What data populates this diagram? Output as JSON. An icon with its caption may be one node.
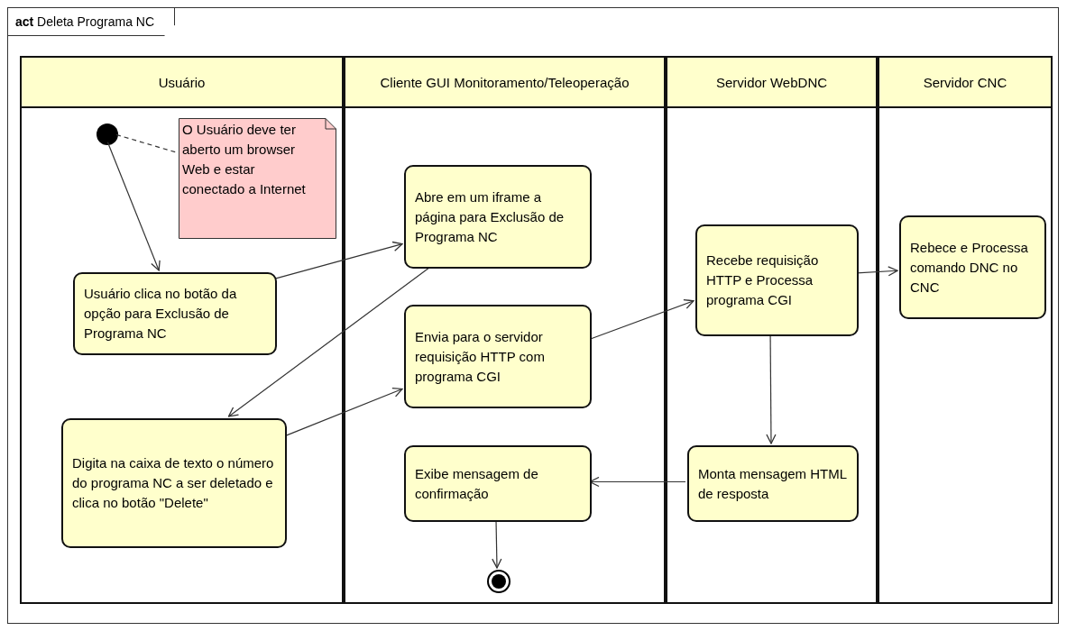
{
  "diagram": {
    "title": "**act** Deleta Programa NC",
    "nodes": [
      {
        "text": [
          "Usuário"
        ]
      },
      {
        "text": [],
        "shape": "circle",
        "in": 0
      },
      {
        "text": [
          "O Usuário deve ter aberto um browser Web e estar conectado a Internet"
        ],
        "in": 0
      },
      {
        "text": [
          "Usuário clica no botão da opção para Exclusão de Programa NC"
        ],
        "in": 0
      },
      {
        "text": [
          "Digita na caixa de texto o número do programa NC a ser deletado e clica no botão \"Delete\""
        ],
        "in": 0
      },
      {
        "text": [
          "Cliente GUI Monitoramento/Teleoperação"
        ]
      },
      {
        "text": [
          "Abre em um iframe a página para Exclusão de Programa NC"
        ],
        "in": 5
      },
      {
        "text": [
          "Envia para o servidor requisição HTTP com programa CGI"
        ],
        "in": 5
      },
      {
        "text": [
          "Exibe mensagem de confirmação"
        ],
        "in": 5
      },
      {
        "text": [],
        "shape": "bullseye",
        "in": 5
      },
      {
        "text": [
          "Servidor WebDNC"
        ]
      },
      {
        "text": [
          "Recebe requisição HTTP e Processa programa CGI"
        ],
        "in": 10
      },
      {
        "text": [
          "Monta mensagem HTML de resposta"
        ],
        "in": 10
      },
      {
        "text": [
          "Servidor CNC"
        ]
      },
      {
        "text": [
          "Rebece e Processa comando DNC no CNC"
        ],
        "in": 13
      }
    ],
    "edges": [
      {
        "from": 1,
        "to": 3,
        "arrow": "to"
      },
      {
        "from": 1,
        "to": 2,
        "arrow": "none",
        "style": "dashed"
      },
      {
        "from": 3,
        "to": 6,
        "arrow": "to"
      },
      {
        "from": 6,
        "to": 4,
        "arrow": "to"
      },
      {
        "from": 4,
        "to": 7,
        "arrow": "to"
      },
      {
        "from": 7,
        "to": 11,
        "arrow": "to"
      },
      {
        "from": 11,
        "to": 14,
        "arrow": "to"
      },
      {
        "from": 11,
        "to": 12,
        "arrow": "to"
      },
      {
        "from": 12,
        "to": 8,
        "arrow": "to"
      },
      {
        "from": 8,
        "to": 9,
        "arrow": "to"
      }
    ]
  }
}
